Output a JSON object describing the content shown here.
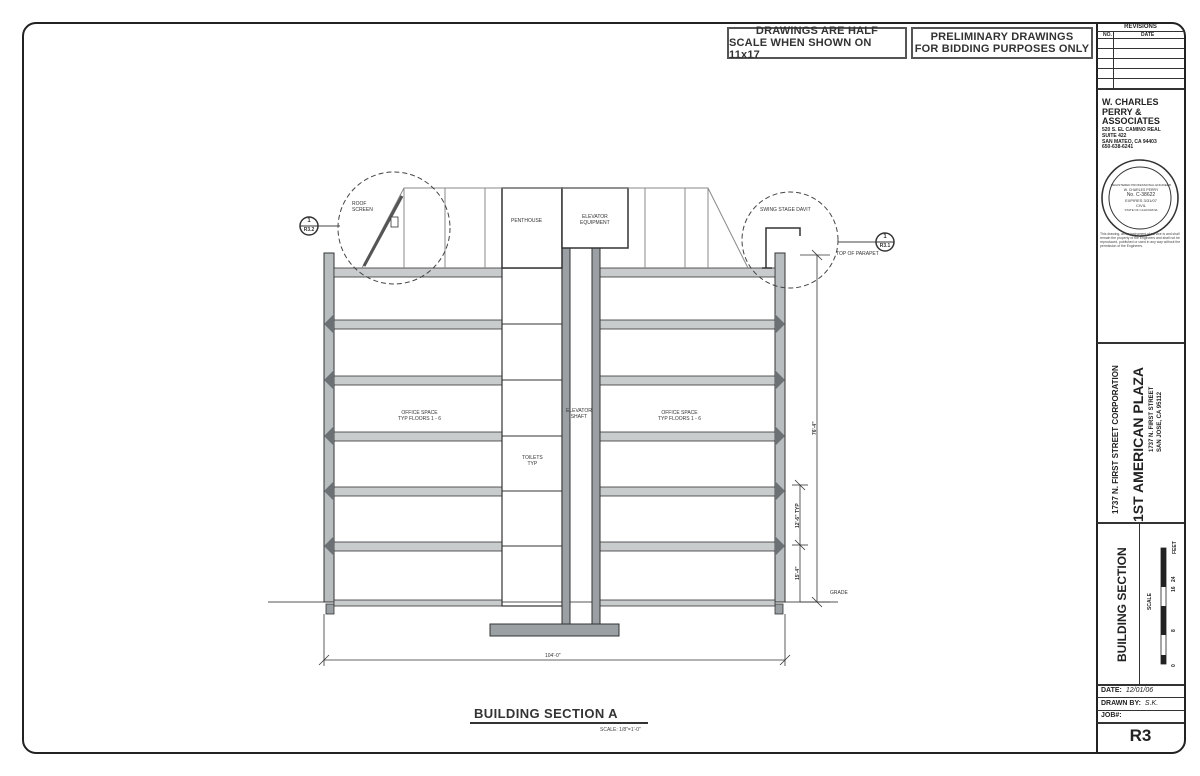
{
  "notes": {
    "half_scale_line1": "DRAWINGS ARE HALF",
    "half_scale_line2": "SCALE WHEN SHOWN ON 11x17",
    "prelim_line1": "PRELIMINARY DRAWINGS",
    "prelim_line2": "FOR BIDDING PURPOSES ONLY"
  },
  "revisions": {
    "header": "REVISIONS",
    "col_no": "NO.",
    "col_date": "DATE"
  },
  "firm": {
    "name_line1": "W. CHARLES",
    "name_line2": "PERRY &",
    "name_line3": "ASSOCIATES",
    "addr_line1": "520 S. EL CAMINO REAL",
    "addr_line2": "SUITE 422",
    "addr_line3": "SAN MATEO, CA 94403",
    "phone": "650-638-6241"
  },
  "stamp": {
    "top_arc": "REGISTERED PROFESSIONAL ENGINEER",
    "name": "W. CHARLES PERRY",
    "number": "No. C-38622",
    "expires": "EXPIRES 3/31/07",
    "discipline": "CIVIL",
    "state": "STATE OF CALIFORNIA"
  },
  "disclaimer": "This drawing, as an instrument of service is and shall remain the property of the Engineers and shall not be reproduced, published or used in any way without the permission of the Engineers.",
  "project": {
    "client": "1737 N. FIRST STREET CORPORATION",
    "name": "1ST AMERICAN PLAZA",
    "address_line1": "1737 N. FIRST STREET",
    "address_line2": "SAN JOSE, CA  95112"
  },
  "sheet_title": "BUILDING SECTION",
  "scale_bar": {
    "label": "SCALE",
    "unit": "FEET",
    "ticks": [
      "0",
      "8",
      "16",
      "24"
    ]
  },
  "meta": {
    "date_label": "DATE:",
    "date_value": "12/01/06",
    "drawn_label": "DRAWN BY:",
    "drawn_value": "S.K.",
    "job_label": "JOB#:"
  },
  "sheet_number": "R3",
  "drawing": {
    "title": "BUILDING SECTION A",
    "scale_note": "SCALE: 1/8\"=1'-0\"",
    "labels": {
      "roof_screen_1": "ROOF",
      "roof_screen_2": "SCREEN",
      "penthouse": "PENTHOUSE",
      "elev_equip_1": "ELEVATOR",
      "elev_equip_2": "EQUIPMENT",
      "swing_stage": "SWING STAGE DAVIT",
      "top_parapet": "TOP OF PARAPET",
      "office_left_1": "OFFICE SPACE",
      "office_left_2": "TYP FLOORS 1 - 6",
      "office_right_1": "OFFICE SPACE",
      "office_right_2": "TYP FLOORS 1 - 6",
      "elev_shaft_1": "ELEVATOR",
      "elev_shaft_2": "SHAFT",
      "toilets_1": "TOILETS",
      "toilets_2": "TYP",
      "grade": "GRADE",
      "overall_height": "76'-4\"",
      "typ_floor": "12'-6\" TYP",
      "first_floor": "15'-4\"",
      "width": "104'-0\""
    },
    "callouts": [
      {
        "num": "1",
        "sheet": "R3.2"
      },
      {
        "num": "1",
        "sheet": "R3.1"
      }
    ]
  }
}
